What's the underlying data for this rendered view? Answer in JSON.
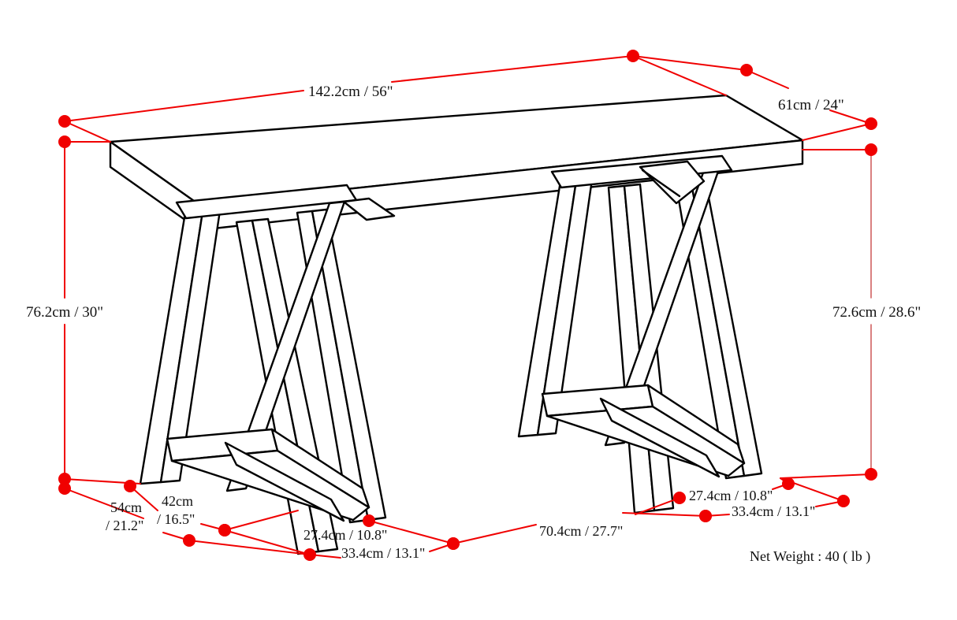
{
  "page": {
    "background_color": "#ffffff",
    "title": "Sawhorse Trestle Desk Dimension Diagram",
    "product_type": "sawhorse trestle writing desk"
  },
  "colors": {
    "dimension_red": "#f00000",
    "dimension_red_muted": "#d06060",
    "outline_black": "#000000",
    "text": "#111111"
  },
  "dimensions": {
    "top_width": {
      "id": "top-width",
      "label": "142.2cm / 56\"",
      "cm": 142.2,
      "inches": 56,
      "measures": "desk top length"
    },
    "top_depth": {
      "id": "top-depth",
      "label": "61cm / 24\"",
      "cm": 61,
      "inches": 24,
      "measures": "desk top depth"
    },
    "overall_height_left": {
      "id": "overall-height",
      "label": "76.2cm / 30\"",
      "cm": 76.2,
      "inches": 30,
      "measures": "overall desk height"
    },
    "clearance_height_right": {
      "id": "clearance-height",
      "label": "72.6cm / 28.6\"",
      "cm": 72.6,
      "inches": 28.6,
      "measures": "underside clearance height"
    },
    "left_foot_span": {
      "id": "left-foot-span",
      "label_line1": "54cm",
      "label_line2": "/ 21.2\"",
      "cm": 54,
      "inches": 21.2,
      "measures": "left trestle foot outer span"
    },
    "left_foot_inner": {
      "id": "left-foot-inner",
      "label_line1": "42cm",
      "label_line2": "/ 16.5\"",
      "cm": 42,
      "inches": 16.5,
      "measures": "left trestle inner foot span"
    },
    "left_foot_depth_a": {
      "id": "left-foot-depth-a",
      "label": "27.4cm / 10.8\"",
      "cm": 27.4,
      "inches": 10.8,
      "measures": "left trestle foot depth"
    },
    "left_foot_depth_b": {
      "id": "left-foot-depth-b",
      "label": "33.4cm / 13.1\"",
      "cm": 33.4,
      "inches": 13.1,
      "measures": "left trestle foot diagonal"
    },
    "trestle_spacing": {
      "id": "trestle-spacing",
      "label": "70.4cm / 27.7\"",
      "cm": 70.4,
      "inches": 27.7,
      "measures": "clear span between trestles"
    },
    "right_foot_depth_a": {
      "id": "right-foot-depth-a",
      "label": "27.4cm / 10.8\"",
      "cm": 27.4,
      "inches": 10.8,
      "measures": "right trestle foot depth"
    },
    "right_foot_depth_b": {
      "id": "right-foot-depth-b",
      "label": "33.4cm / 13.1\"",
      "cm": 33.4,
      "inches": 13.1,
      "measures": "right trestle foot diagonal"
    }
  },
  "net_weight": {
    "label": "Net Weight : 40 ( lb )",
    "value": 40,
    "unit": "lb"
  }
}
